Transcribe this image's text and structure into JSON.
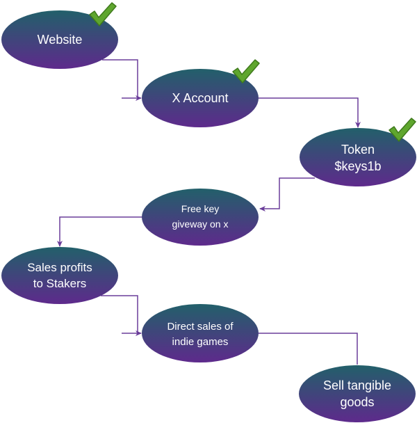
{
  "diagram": {
    "nodes": [
      {
        "id": "website",
        "lines": [
          "Website"
        ],
        "completed": true
      },
      {
        "id": "x-account",
        "lines": [
          "X Account"
        ],
        "completed": true
      },
      {
        "id": "token",
        "lines": [
          "Token",
          "$keys1b"
        ],
        "completed": true
      },
      {
        "id": "giveaway",
        "lines": [
          "Free key",
          "giveway on x"
        ],
        "completed": false
      },
      {
        "id": "sales-profits",
        "lines": [
          "Sales profits",
          "to Stakers"
        ],
        "completed": false
      },
      {
        "id": "direct-sales",
        "lines": [
          "Direct sales of",
          "indie games"
        ],
        "completed": false
      },
      {
        "id": "tangible-goods",
        "lines": [
          "Sell tangible",
          "goods"
        ],
        "completed": false
      }
    ],
    "edges": [
      {
        "from": "website",
        "to": "x-account"
      },
      {
        "from": "x-account",
        "to": "token"
      },
      {
        "from": "token",
        "to": "giveaway"
      },
      {
        "from": "giveaway",
        "to": "sales-profits"
      },
      {
        "from": "sales-profits",
        "to": "direct-sales"
      },
      {
        "from": "direct-sales",
        "to": "tangible-goods"
      }
    ],
    "colors": {
      "node_gradient_top": "#22606a",
      "node_gradient_bottom": "#5e2a8c",
      "node_text": "#ffffff",
      "connector": "#6a3d9a",
      "check_fill": "#5fa62e",
      "check_stroke": "#3f7a1c"
    }
  }
}
